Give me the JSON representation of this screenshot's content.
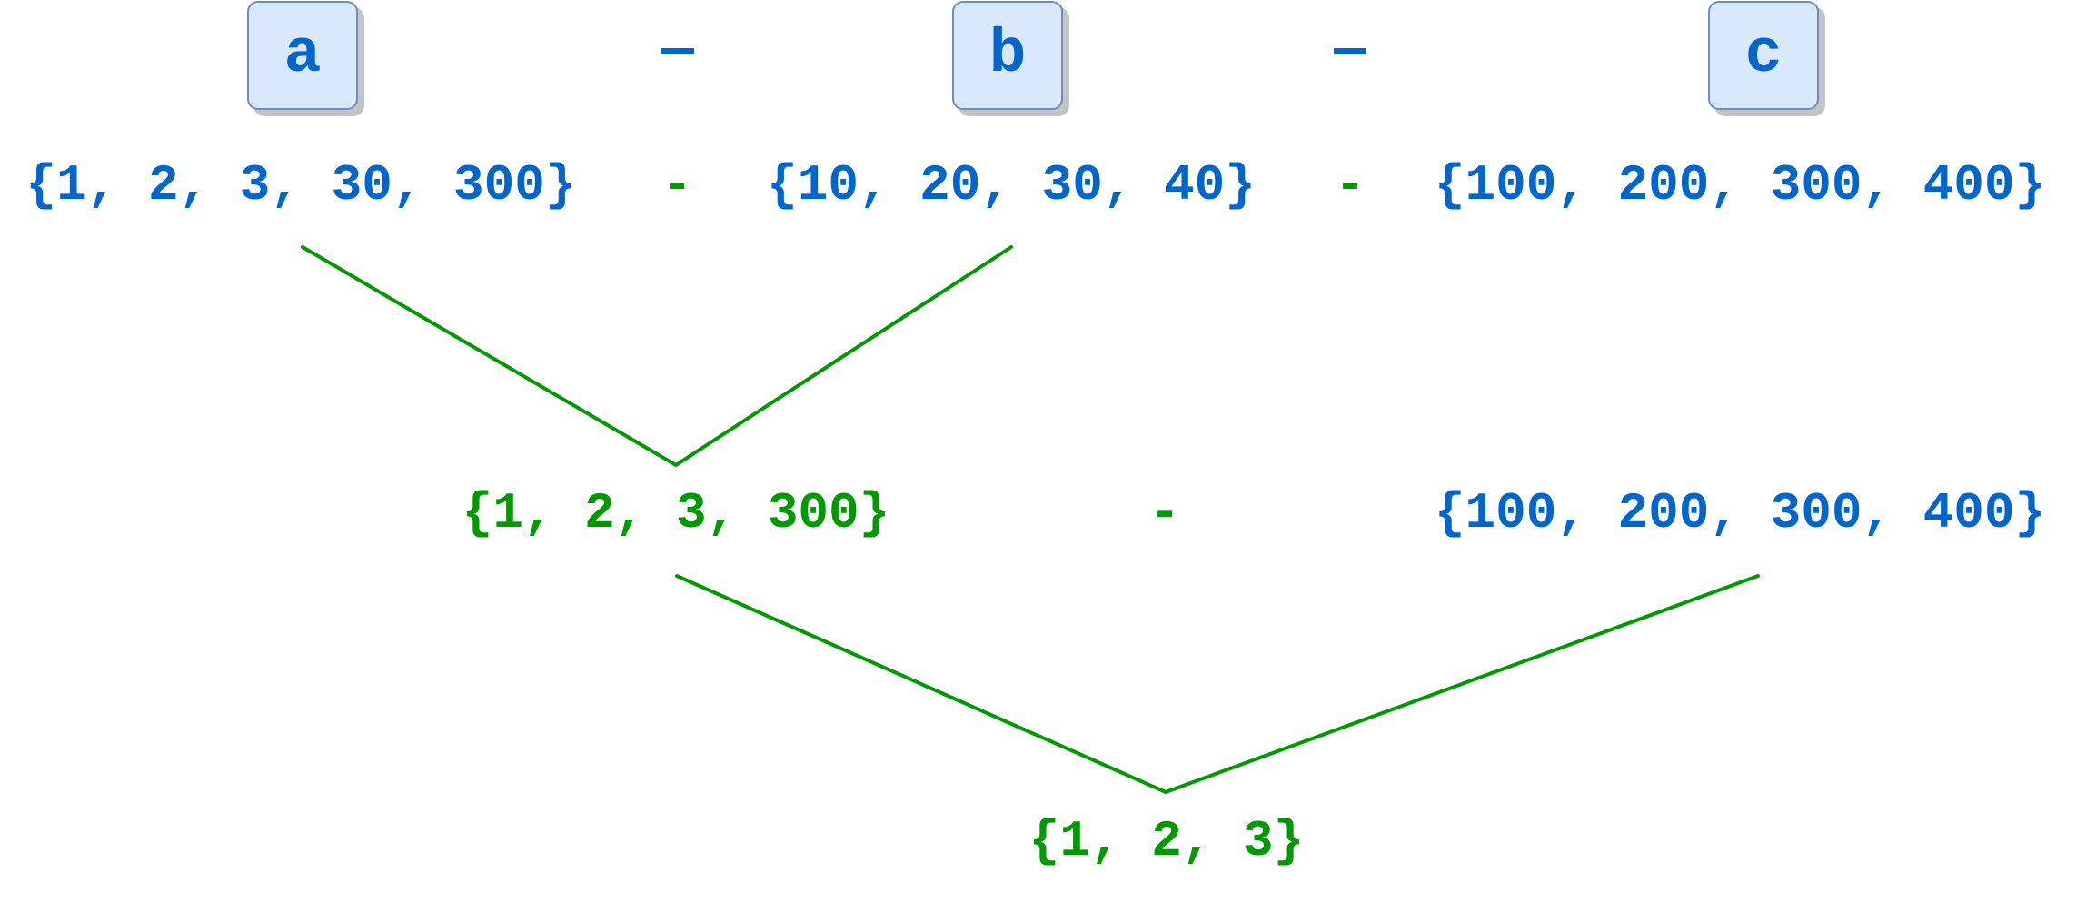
{
  "variables": {
    "a": "a",
    "b": "b",
    "c": "c"
  },
  "row1": {
    "set_a": "{1, 2, 3, 30, 300}",
    "op_ab": "-",
    "set_b": "{10, 20, 30, 40}",
    "op_bc": "-",
    "set_c": "{100, 200, 300, 400}"
  },
  "row2": {
    "result_ab": "{1, 2, 3, 300}",
    "op": "-",
    "set_c": "{100, 200, 300, 400}"
  },
  "row3": {
    "final_result": "{1, 2, 3}"
  },
  "colors": {
    "variable_text": "#0066cc",
    "variable_fill": "#dae8fc",
    "variable_border": "#6c8ebf",
    "operand_blue": "#0066cc",
    "result_green": "#009900"
  }
}
